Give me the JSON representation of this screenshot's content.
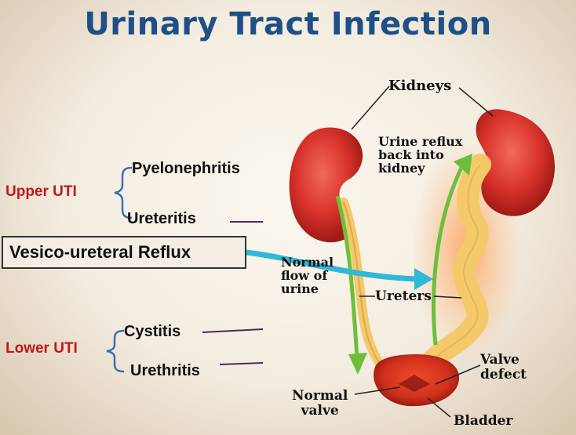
{
  "title": "Urinary Tract Infection",
  "upper_uti": {
    "group_label": "Upper UTI",
    "items": [
      "Pyelonephritis",
      "Ureteritis"
    ]
  },
  "reflux_box_label": "Vesico-ureteral Reflux",
  "lower_uti": {
    "group_label": "Lower UTI",
    "items": [
      "Cystitis",
      "Urethritis"
    ]
  },
  "anatomy_labels": {
    "kidneys": "Kidneys",
    "urine_reflux": [
      "Urine reflux",
      "back into",
      "kidney"
    ],
    "normal_flow": [
      "Normal",
      "flow of",
      "urine"
    ],
    "ureters": "Ureters",
    "valve_defect": [
      "Valve",
      "defect"
    ],
    "normal_valve": [
      "Normal",
      "valve"
    ],
    "bladder": "Bladder"
  },
  "colors": {
    "title": "#1e4f86",
    "group_label": "#c01818",
    "bracket": "#3a6fb0",
    "kidney": "#d8322a",
    "ureter": "#f3c96a",
    "arrow_green": "#6cbf3a",
    "arrow_cyan": "#2fb8d8"
  }
}
